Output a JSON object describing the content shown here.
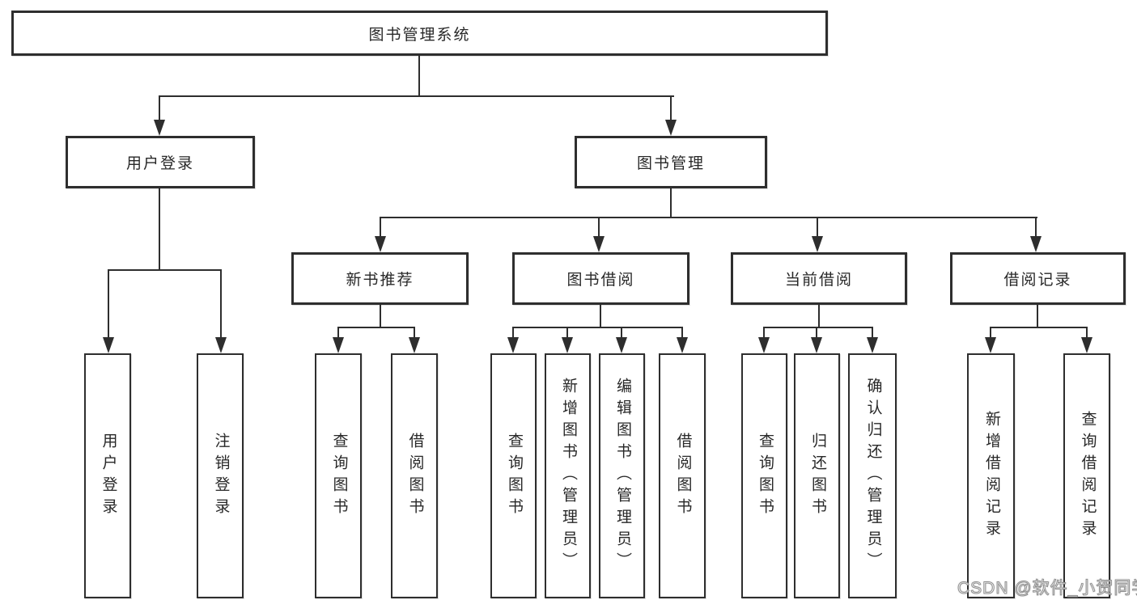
{
  "tree": {
    "label": "图书管理系统",
    "children": [
      {
        "label": "用户登录",
        "children": [
          {
            "label": "用户登录"
          },
          {
            "label": "注销登录"
          }
        ]
      },
      {
        "label": "图书管理",
        "children": [
          {
            "label": "新书推荐",
            "children": [
              {
                "label": "查询图书"
              },
              {
                "label": "借阅图书"
              }
            ]
          },
          {
            "label": "图书借阅",
            "children": [
              {
                "label": "查询图书"
              },
              {
                "label": "新增图书（管理员）"
              },
              {
                "label": "编辑图书（管理员）"
              },
              {
                "label": "借阅图书"
              }
            ]
          },
          {
            "label": "当前借阅",
            "children": [
              {
                "label": "查询图书"
              },
              {
                "label": "归还图书"
              },
              {
                "label": "确认归还（管理员）"
              }
            ]
          },
          {
            "label": "借阅记录",
            "children": [
              {
                "label": "新增借阅记录"
              },
              {
                "label": "查询借阅记录"
              }
            ]
          }
        ]
      }
    ]
  },
  "watermark": {
    "text": "CSDN @软件_小贺同学"
  },
  "colors": {
    "line": "#2e2e2e",
    "text": "#282828",
    "box-bg": "#ffffff",
    "watermark-fill": "rgba(255,255,255,0.85)",
    "watermark-stroke": "#8f8f8f"
  }
}
